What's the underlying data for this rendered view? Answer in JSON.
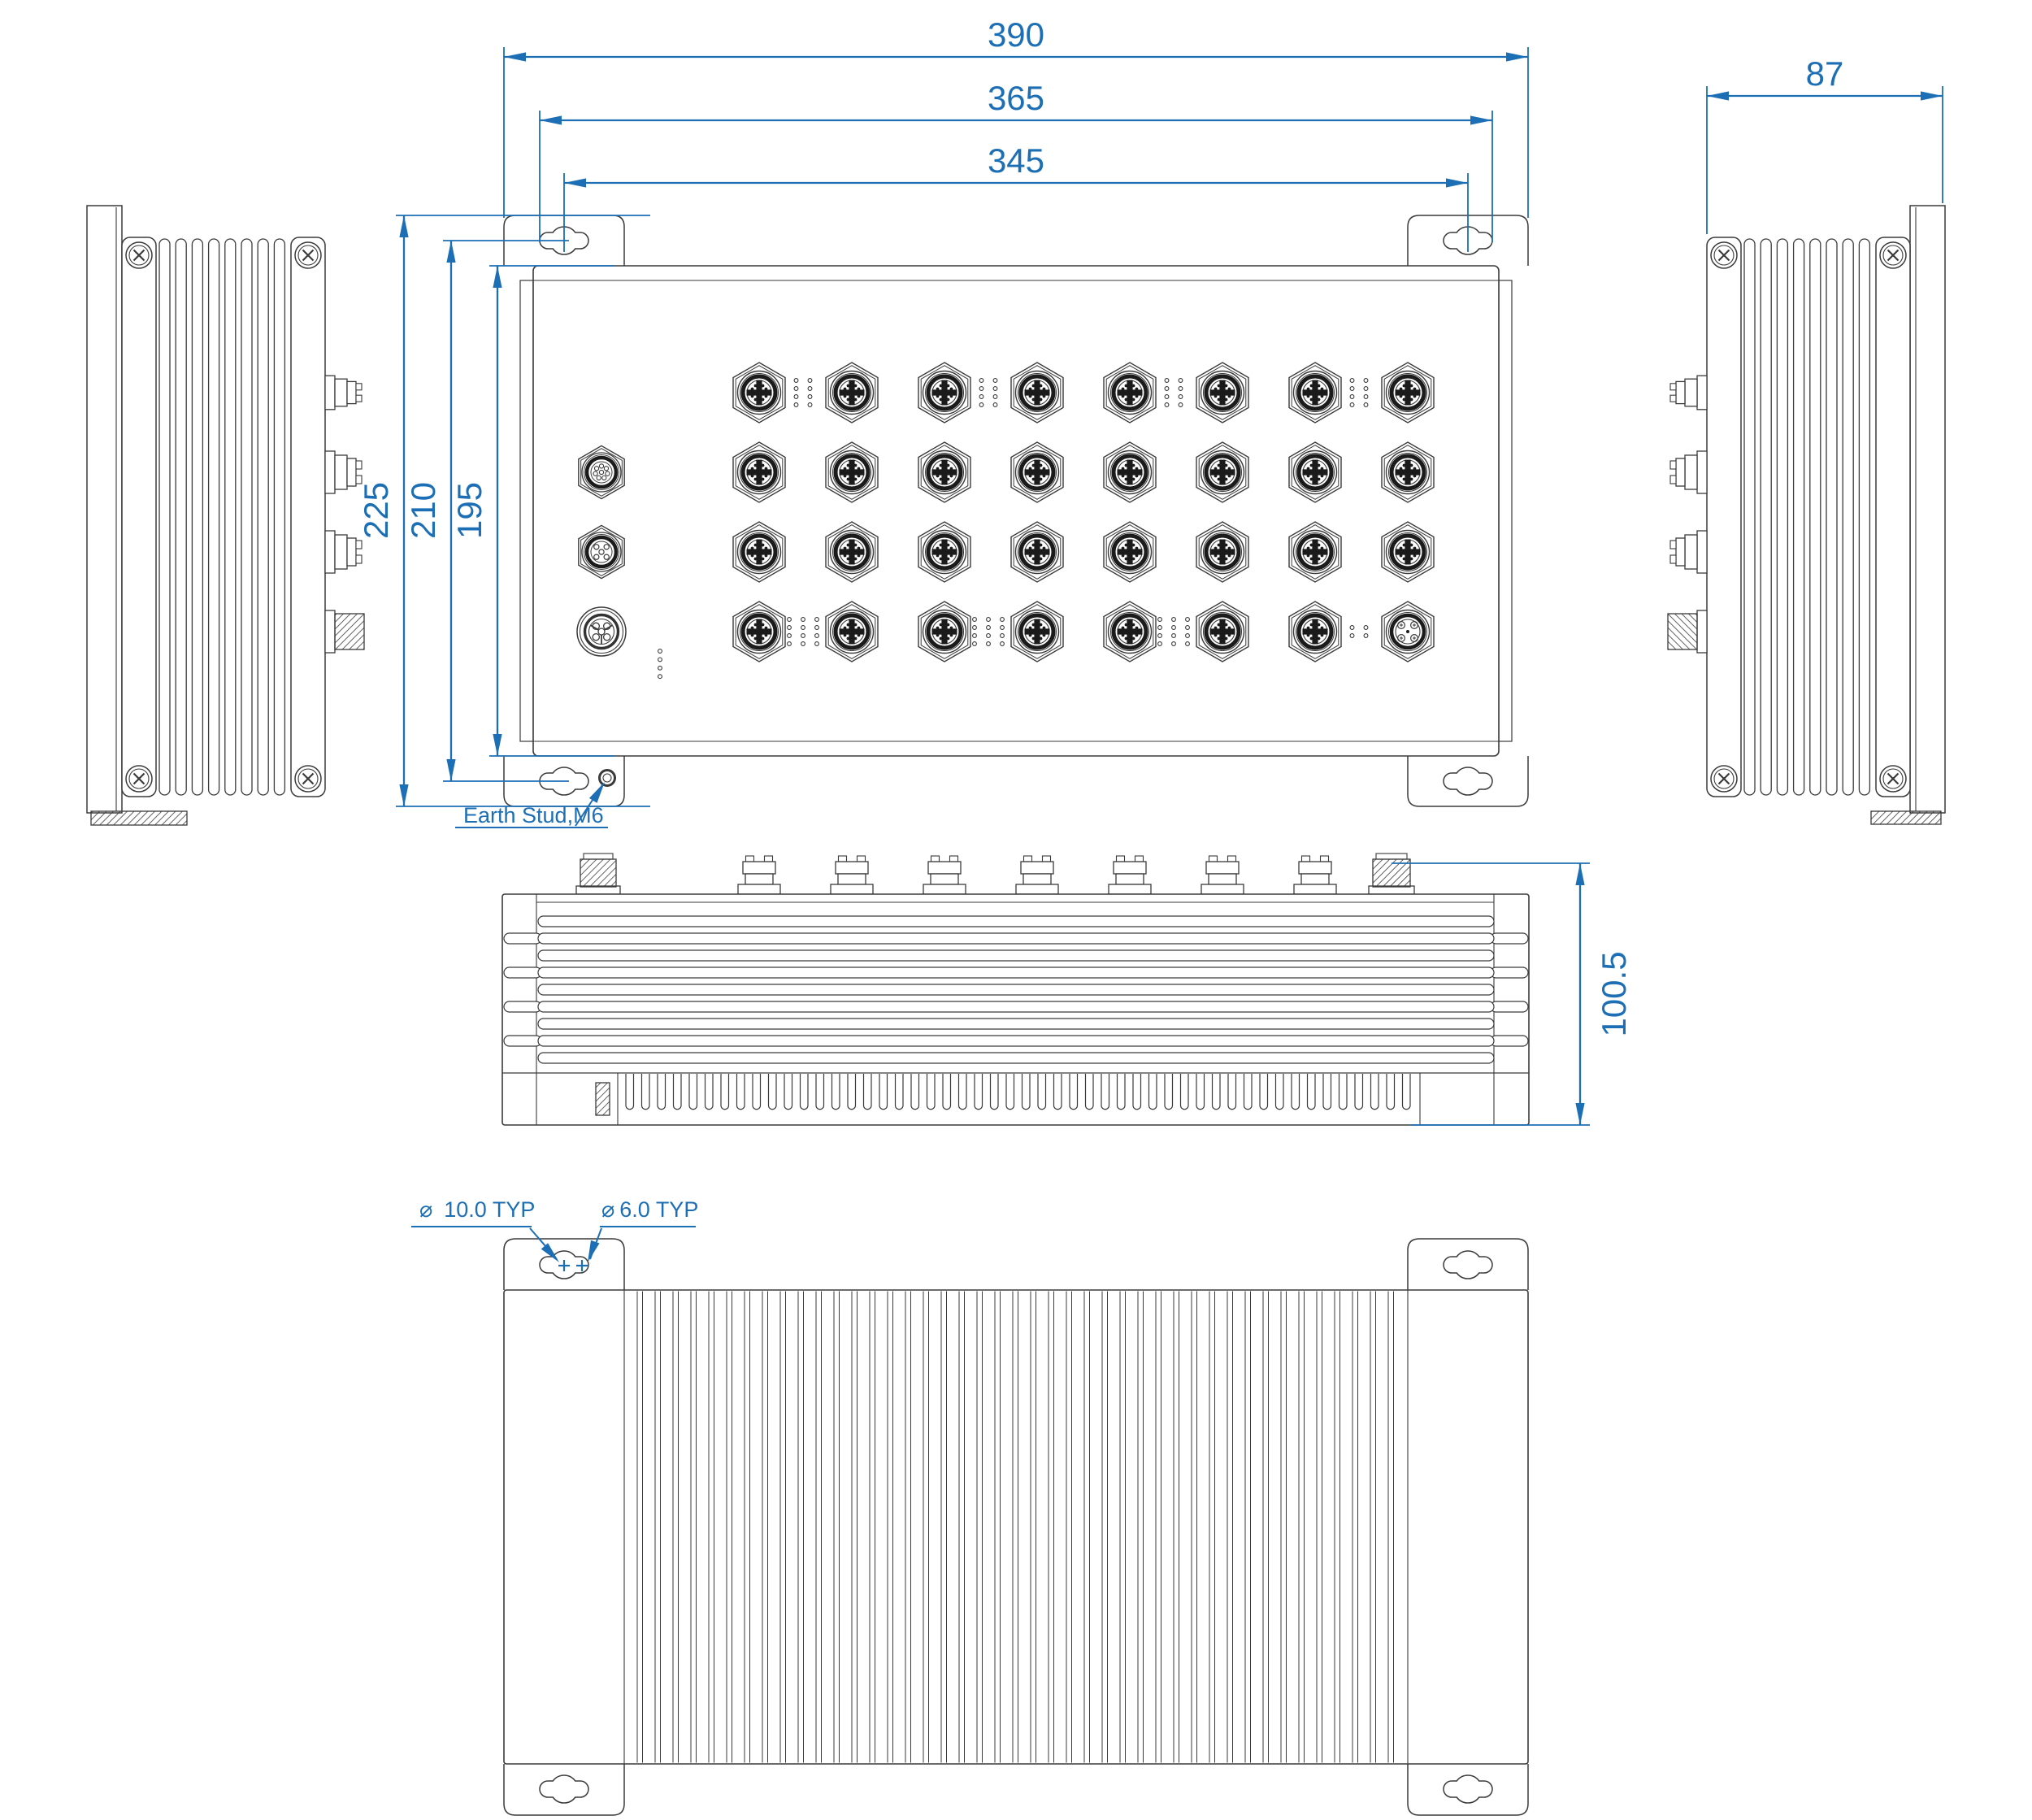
{
  "colors": {
    "background": "#ffffff",
    "line": "#3a3a3a",
    "dark": "#1b1b1b",
    "dimension": "#1c6fb5"
  },
  "dimensions": {
    "overall_width": "390",
    "slot_outer_span": "365",
    "mount_hole_spacing": "345",
    "side_depth": "87",
    "overall_height": "225",
    "mount_hole_vertical": "210",
    "body_height": "195",
    "height_with_connectors": "100.5"
  },
  "annotations": {
    "earth_stud": "Earth Stud,M6",
    "diameter_symbol": "⌀",
    "mount_hole_large": "10.0 TYP",
    "mount_hole_small": "6.0 TYP"
  },
  "device": {
    "port_grid": {
      "rows": 4,
      "cols": 8
    },
    "aux_connectors": [
      "m12-8pin-port",
      "m12-5pin-port",
      "power-round-port"
    ],
    "led_groups_row1": 4,
    "led_groups_row4": 3,
    "side_fin_count": 8,
    "middle_fin_bars": 9,
    "rear_fin_pairs": 43,
    "heatsink_teeth": 50,
    "mounting_ears": 4
  }
}
